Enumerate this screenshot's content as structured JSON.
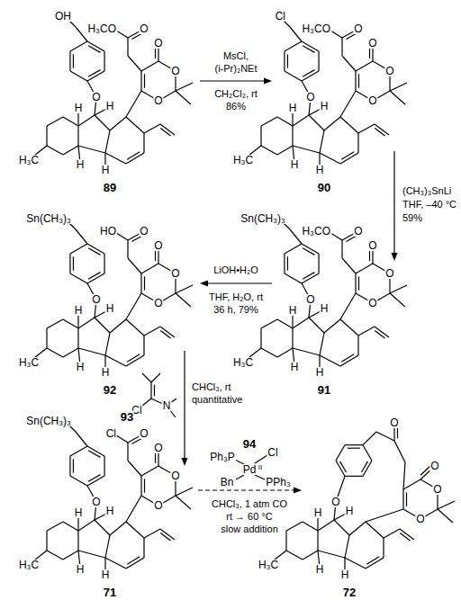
{
  "diagram": {
    "labels": [
      "OH",
      "O",
      "H",
      "H",
      "H",
      "H",
      "H₃C",
      "H₃CO",
      "O",
      "O",
      "O",
      "O",
      "89",
      "MsCl,",
      "(i-Pr)₂NEt",
      "CH₂Cl₂, rt",
      "86%",
      "Cl",
      "O",
      "H",
      "H",
      "H",
      "H",
      "H₃C",
      "H₃CO",
      "O",
      "O",
      "O",
      "O",
      "90",
      "(CH₃)₃SnLi",
      "THF, –40 °C",
      "59%",
      "Sn(CH₃)₃",
      "O",
      "H",
      "H",
      "H",
      "H",
      "H₃C",
      "H₃CO",
      "O",
      "O",
      "O",
      "O",
      "91",
      "LiOH•H₂O",
      "THF, H₂O, rt",
      "36 h, 79%",
      "Sn(CH₃)₃",
      "O",
      "H",
      "H",
      "H",
      "H",
      "H₃C",
      "HO",
      "O",
      "O",
      "O",
      "O",
      "92",
      "Cl",
      "N",
      "93",
      "CHCl₃, rt",
      "quantitative",
      "Sn(CH₃)₃",
      "O",
      "H",
      "H",
      "H",
      "H",
      "H₃C",
      "Cl",
      "O",
      "O",
      "O",
      "O",
      "71",
      "Ph₃P",
      "Pd",
      "II",
      "Cl",
      "Bn",
      "PPh₃",
      "94",
      "CHCl₃, 1 atm CO",
      "rt → 60 °C",
      "slow addition",
      "O",
      "H",
      "H",
      "H",
      "H",
      "H₃C",
      "O",
      "O",
      "O",
      "O",
      "72"
    ]
  }
}
